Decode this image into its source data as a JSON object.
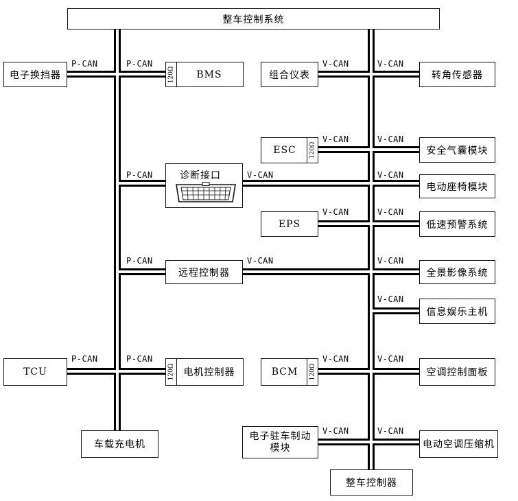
{
  "nodes": {
    "vehicle_control_system": "整车控制系统",
    "electronic_shifter": "电子换挡器",
    "bms": "BMS",
    "instrument_cluster": "组合仪表",
    "steering_angle_sensor": "转角传感器",
    "esc": "ESC",
    "airbag_module": "安全气囊模块",
    "diagnostic_port": "诊断接口",
    "power_seat_module": "电动座椅模块",
    "eps": "EPS",
    "low_speed_warning": "低速预警系统",
    "telematics_controller": "远程控制器",
    "surround_view": "全景影像系统",
    "infotainment_head_unit": "信息娱乐主机",
    "tcu": "TCU",
    "motor_controller": "电机控制器",
    "bcm": "BCM",
    "ac_control_panel": "空调控制面板",
    "on_board_charger": "车载充电机",
    "epb_line1": "电子驻车制动",
    "epb_line2": "模块",
    "electric_ac_compressor": "电动空调压缩机",
    "vcu": "整车控制器"
  },
  "bus": {
    "pcan": "P-CAN",
    "vcan": "V-CAN",
    "termination": "120Ω"
  }
}
